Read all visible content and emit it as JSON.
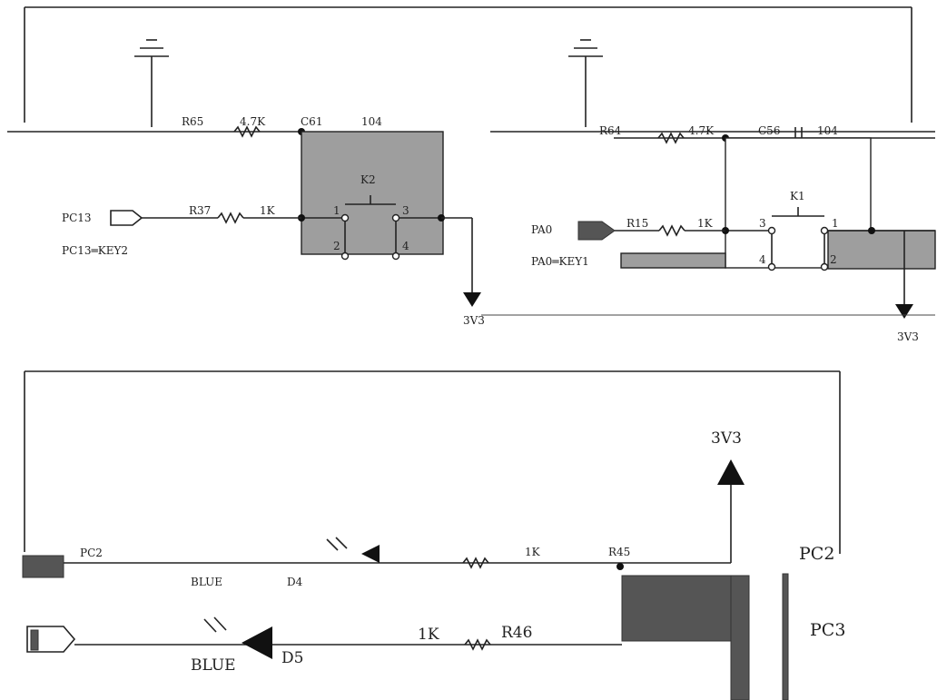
{
  "top_left": {
    "resistor_pull": {
      "name": "R65",
      "value": "4.7K"
    },
    "capacitor": {
      "name": "C61",
      "value": "104"
    },
    "switch": {
      "name": "K2",
      "pins": [
        "1",
        "2",
        "3",
        "4"
      ]
    },
    "resistor_series": {
      "name": "R37",
      "value": "1K"
    },
    "port": "PC13",
    "port_alias": "PC13═KEY2",
    "supply": "3V3"
  },
  "top_right": {
    "resistor_pull": {
      "name": "R64",
      "value": "4.7K"
    },
    "capacitor": {
      "name": "C56",
      "value": "104"
    },
    "switch": {
      "name": "K1",
      "pins": [
        "3",
        "1",
        "4",
        "2"
      ]
    },
    "resistor_series": {
      "name": "R15",
      "value": "1K"
    },
    "port": "PA0",
    "port_alias": "PA0═KEY1",
    "supply": "3V3"
  },
  "bottom": {
    "supply": "3V3",
    "led1": {
      "name": "D4",
      "color": "BLUE"
    },
    "led2": {
      "name": "D5",
      "color": "BLUE"
    },
    "r1": {
      "name": "R45",
      "value": "1K"
    },
    "r2": {
      "name": "R46",
      "value": "1K"
    },
    "port_top": "PC2",
    "port_bottom": "PC3"
  }
}
